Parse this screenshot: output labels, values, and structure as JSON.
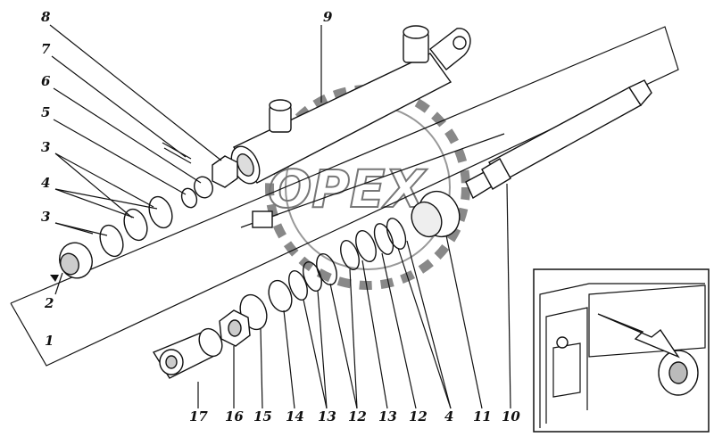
{
  "diagram": {
    "watermark": "OPEX",
    "callouts": {
      "c1": "1",
      "c2": "2",
      "c3a": "3",
      "c3b": "3",
      "c4a": "4",
      "c4b": "4",
      "c5": "5",
      "c6": "6",
      "c7": "7",
      "c8": "8",
      "c9": "9",
      "c10": "10",
      "c11": "11",
      "c12a": "12",
      "c12b": "12",
      "c13a": "13",
      "c13b": "13",
      "c14": "14",
      "c15": "15",
      "c16": "16",
      "c17": "17"
    }
  }
}
